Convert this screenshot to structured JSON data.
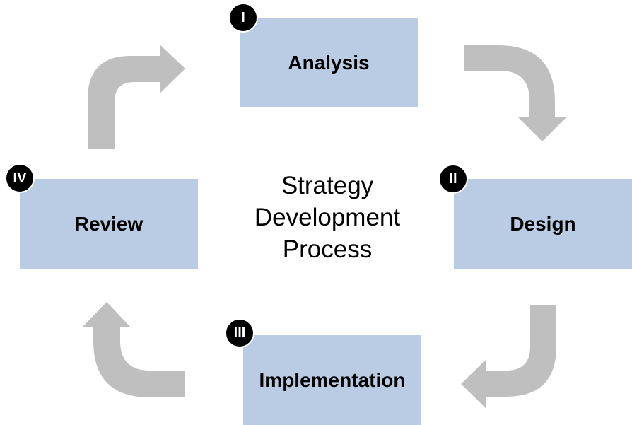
{
  "diagram": {
    "title_lines": [
      "Strategy",
      "Development",
      "Process"
    ],
    "colors": {
      "box_fill": "#b9cce4",
      "arrow_fill": "#bfbfbf",
      "badge_fill": "#000000",
      "badge_text": "#ffffff"
    },
    "steps": [
      {
        "badge": "I",
        "label": "Analysis"
      },
      {
        "badge": "II",
        "label": "Design"
      },
      {
        "badge": "III",
        "label": "Implementation"
      },
      {
        "badge": "IV",
        "label": "Review"
      }
    ],
    "arrows": [
      "review-to-analysis",
      "analysis-to-design",
      "design-to-implementation",
      "implementation-to-review"
    ]
  }
}
